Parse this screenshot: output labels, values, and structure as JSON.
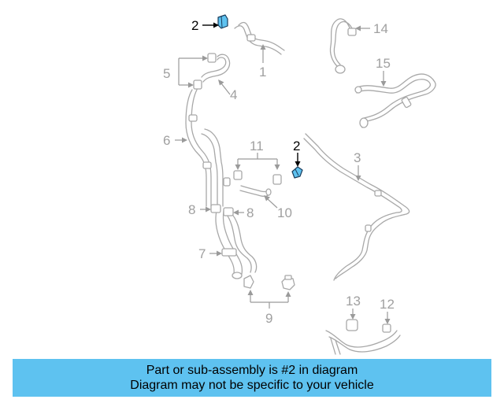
{
  "callouts": {
    "n1": "1",
    "n2a": "2",
    "n2b": "2",
    "n3": "3",
    "n4": "4",
    "n5": "5",
    "n6": "6",
    "n7": "7",
    "n8a": "8",
    "n8b": "8",
    "n9": "9",
    "n10": "10",
    "n11": "11",
    "n12": "12",
    "n13": "13",
    "n14": "14",
    "n15": "15"
  },
  "highlight_color": "#5ec2f0",
  "banner": {
    "line1": "Part or sub-assembly is #2 in diagram",
    "line2": "Diagram may not be specific to your vehicle"
  }
}
